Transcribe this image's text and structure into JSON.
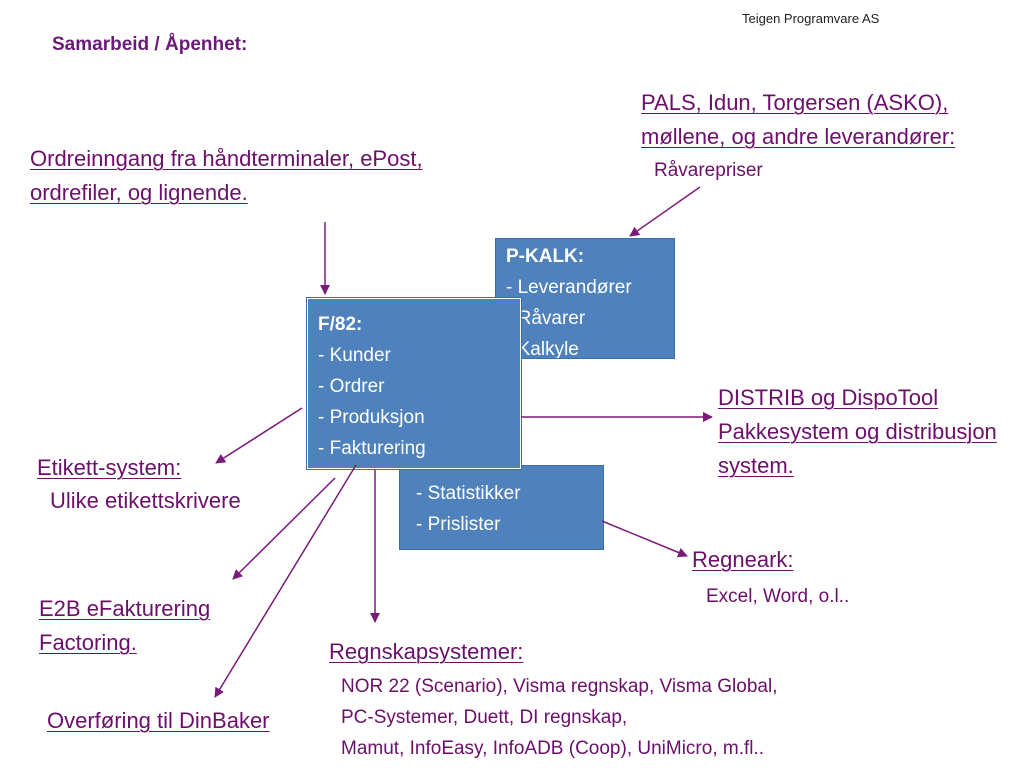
{
  "header": {
    "company": "Teigen Programvare AS",
    "title": "Samarbeid / Åpenhet:"
  },
  "ordre": {
    "line1": "Ordreinngang fra håndterminaler, ePost,",
    "line2": "ordrefiler, og lignende."
  },
  "pals": {
    "line1": "PALS, Idun, Torgersen (ASKO),",
    "line2": "møllene, og andre leverandører:",
    "sub": "Råvarepriser"
  },
  "pkalk": {
    "title": "P-KALK:",
    "items": [
      " - Leverandører",
      " - Råvarer",
      " - Kalkyle"
    ]
  },
  "f82": {
    "title": "F/82:",
    "items": [
      " - Kunder",
      " - Ordrer",
      " - Produksjon",
      " - Fakturering"
    ]
  },
  "stat": {
    "items": [
      "- Statistikker",
      "- Prislister"
    ]
  },
  "distrib": {
    "line1": "DISTRIB og DispoTool",
    "line2": "Pakkesystem og distribusjon",
    "line3": "system."
  },
  "etikett": {
    "title": "Etikett-system:",
    "sub": "Ulike etikettskrivere"
  },
  "regneark": {
    "title": "Regneark:",
    "sub": "Excel, Word, o.l.."
  },
  "e2b": {
    "line1": "E2B eFakturering",
    "line2": "Factoring."
  },
  "regnskap": {
    "title": "Regnskapsystemer:",
    "lines": [
      "NOR 22 (Scenario), Visma regnskap, Visma Global,",
      "PC-Systemer, Duett, DI regnskap,",
      "Mamut, InfoEasy, InfoADB (Coop), UniMicro, m.fl.."
    ]
  },
  "dinbaker": {
    "label": "Overføring til DinBaker"
  },
  "colors": {
    "text": "#6b0f6b",
    "box_fill": "#4f81bd",
    "arrow": "#7a1a7a"
  }
}
